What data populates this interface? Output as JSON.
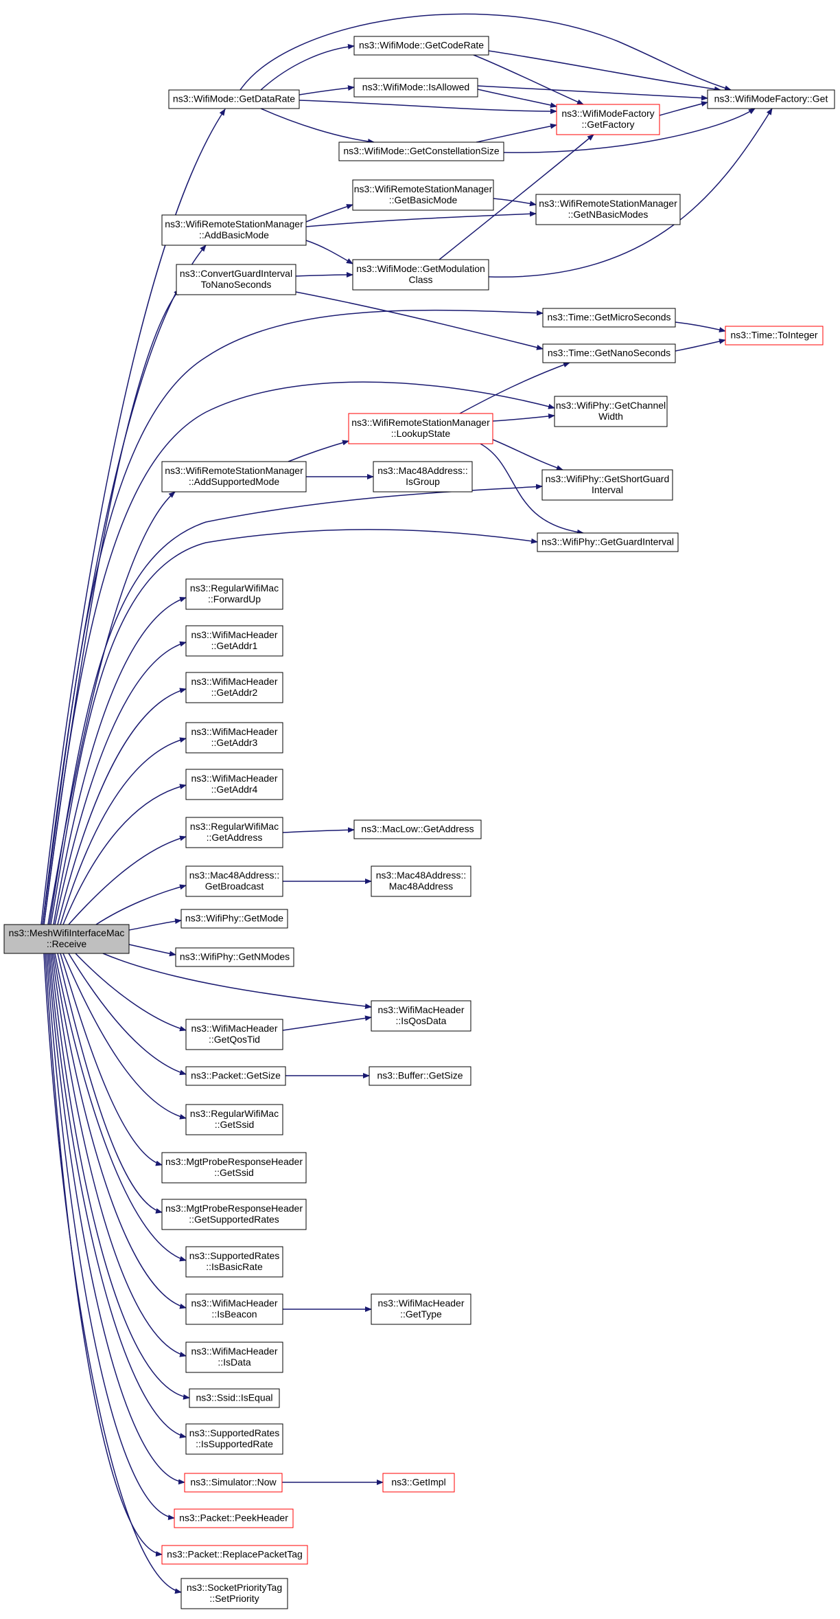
{
  "colors": {
    "edge": "#191970",
    "node_border": "#000000",
    "node_border_truncated": "#ff0000",
    "root_fill": "#bfbfbf",
    "node_fill": "#ffffff"
  },
  "root": {
    "id": "root",
    "lines": [
      "ns3::MeshWifiInterfaceMac",
      "::Receive"
    ]
  },
  "nodes": [
    {
      "id": "GetDataRate",
      "lines": [
        "ns3::WifiMode::GetDataRate"
      ]
    },
    {
      "id": "GetCodeRate",
      "lines": [
        "ns3::WifiMode::GetCodeRate"
      ]
    },
    {
      "id": "IsAllowed",
      "lines": [
        "ns3::WifiMode::IsAllowed"
      ]
    },
    {
      "id": "GetConstellationSize",
      "lines": [
        "ns3::WifiMode::GetConstellationSize"
      ]
    },
    {
      "id": "GetFactory",
      "lines": [
        "ns3::WifiModeFactory",
        "::GetFactory"
      ],
      "truncated": true
    },
    {
      "id": "FactoryGet",
      "lines": [
        "ns3::WifiModeFactory::Get"
      ]
    },
    {
      "id": "GetBasicMode",
      "lines": [
        "ns3::WifiRemoteStationManager",
        "::GetBasicMode"
      ]
    },
    {
      "id": "AddBasicMode",
      "lines": [
        "ns3::WifiRemoteStationManager",
        "::AddBasicMode"
      ]
    },
    {
      "id": "GetNBasicModes",
      "lines": [
        "ns3::WifiRemoteStationManager",
        "::GetNBasicModes"
      ]
    },
    {
      "id": "ConvertGuard",
      "lines": [
        "ns3::ConvertGuardInterval",
        "ToNanoSeconds"
      ]
    },
    {
      "id": "GetModulationClass",
      "lines": [
        "ns3::WifiMode::GetModulation",
        "Class"
      ]
    },
    {
      "id": "GetMicroSeconds",
      "lines": [
        "ns3::Time::GetMicroSeconds"
      ]
    },
    {
      "id": "ToInteger",
      "lines": [
        "ns3::Time::ToInteger"
      ],
      "truncated": true
    },
    {
      "id": "GetNanoSeconds",
      "lines": [
        "ns3::Time::GetNanoSeconds"
      ]
    },
    {
      "id": "LookupState",
      "lines": [
        "ns3::WifiRemoteStationManager",
        "::LookupState"
      ],
      "truncated": true
    },
    {
      "id": "GetChannelWidth",
      "lines": [
        "ns3::WifiPhy::GetChannel",
        "Width"
      ]
    },
    {
      "id": "AddSupportedMode",
      "lines": [
        "ns3::WifiRemoteStationManager",
        "::AddSupportedMode"
      ]
    },
    {
      "id": "IsGroup",
      "lines": [
        "ns3::Mac48Address::",
        "IsGroup"
      ]
    },
    {
      "id": "GetShortGuard",
      "lines": [
        "ns3::WifiPhy::GetShortGuard",
        "Interval"
      ]
    },
    {
      "id": "GetGuardInterval",
      "lines": [
        "ns3::WifiPhy::GetGuardInterval"
      ]
    },
    {
      "id": "ForwardUp",
      "lines": [
        "ns3::RegularWifiMac",
        "::ForwardUp"
      ]
    },
    {
      "id": "GetAddr1",
      "lines": [
        "ns3::WifiMacHeader",
        "::GetAddr1"
      ]
    },
    {
      "id": "GetAddr2",
      "lines": [
        "ns3::WifiMacHeader",
        "::GetAddr2"
      ]
    },
    {
      "id": "GetAddr3",
      "lines": [
        "ns3::WifiMacHeader",
        "::GetAddr3"
      ]
    },
    {
      "id": "GetAddr4",
      "lines": [
        "ns3::WifiMacHeader",
        "::GetAddr4"
      ]
    },
    {
      "id": "RWMGetAddress",
      "lines": [
        "ns3::RegularWifiMac",
        "::GetAddress"
      ]
    },
    {
      "id": "MacLowGetAddress",
      "lines": [
        "ns3::MacLow::GetAddress"
      ]
    },
    {
      "id": "GetBroadcast",
      "lines": [
        "ns3::Mac48Address::",
        "GetBroadcast"
      ]
    },
    {
      "id": "Mac48Address",
      "lines": [
        "ns3::Mac48Address::",
        "Mac48Address"
      ]
    },
    {
      "id": "GetMode",
      "lines": [
        "ns3::WifiPhy::GetMode"
      ]
    },
    {
      "id": "GetNModes",
      "lines": [
        "ns3::WifiPhy::GetNModes"
      ]
    },
    {
      "id": "IsQosData",
      "lines": [
        "ns3::WifiMacHeader",
        "::IsQosData"
      ]
    },
    {
      "id": "GetQosTid",
      "lines": [
        "ns3::WifiMacHeader",
        "::GetQosTid"
      ]
    },
    {
      "id": "PacketGetSize",
      "lines": [
        "ns3::Packet::GetSize"
      ]
    },
    {
      "id": "BufferGetSize",
      "lines": [
        "ns3::Buffer::GetSize"
      ]
    },
    {
      "id": "RWMGetSsid",
      "lines": [
        "ns3::RegularWifiMac",
        "::GetSsid"
      ]
    },
    {
      "id": "MgtGetSsid",
      "lines": [
        "ns3::MgtProbeResponseHeader",
        "::GetSsid"
      ]
    },
    {
      "id": "MgtGetSupportedRates",
      "lines": [
        "ns3::MgtProbeResponseHeader",
        "::GetSupportedRates"
      ]
    },
    {
      "id": "IsBasicRate",
      "lines": [
        "ns3::SupportedRates",
        "::IsBasicRate"
      ]
    },
    {
      "id": "IsBeacon",
      "lines": [
        "ns3::WifiMacHeader",
        "::IsBeacon"
      ]
    },
    {
      "id": "GetType",
      "lines": [
        "ns3::WifiMacHeader",
        "::GetType"
      ]
    },
    {
      "id": "IsData",
      "lines": [
        "ns3::WifiMacHeader",
        "::IsData"
      ]
    },
    {
      "id": "IsEqual",
      "lines": [
        "ns3::Ssid::IsEqual"
      ]
    },
    {
      "id": "IsSupportedRate",
      "lines": [
        "ns3::SupportedRates",
        "::IsSupportedRate"
      ]
    },
    {
      "id": "Now",
      "lines": [
        "ns3::Simulator::Now"
      ],
      "truncated": true
    },
    {
      "id": "GetImpl",
      "lines": [
        "ns3::GetImpl"
      ],
      "truncated": true
    },
    {
      "id": "PeekHeader",
      "lines": [
        "ns3::Packet::PeekHeader"
      ],
      "truncated": true
    },
    {
      "id": "ReplacePacketTag",
      "lines": [
        "ns3::Packet::ReplacePacketTag"
      ],
      "truncated": true
    },
    {
      "id": "SetPriority",
      "lines": [
        "ns3::SocketPriorityTag",
        "::SetPriority"
      ]
    }
  ]
}
